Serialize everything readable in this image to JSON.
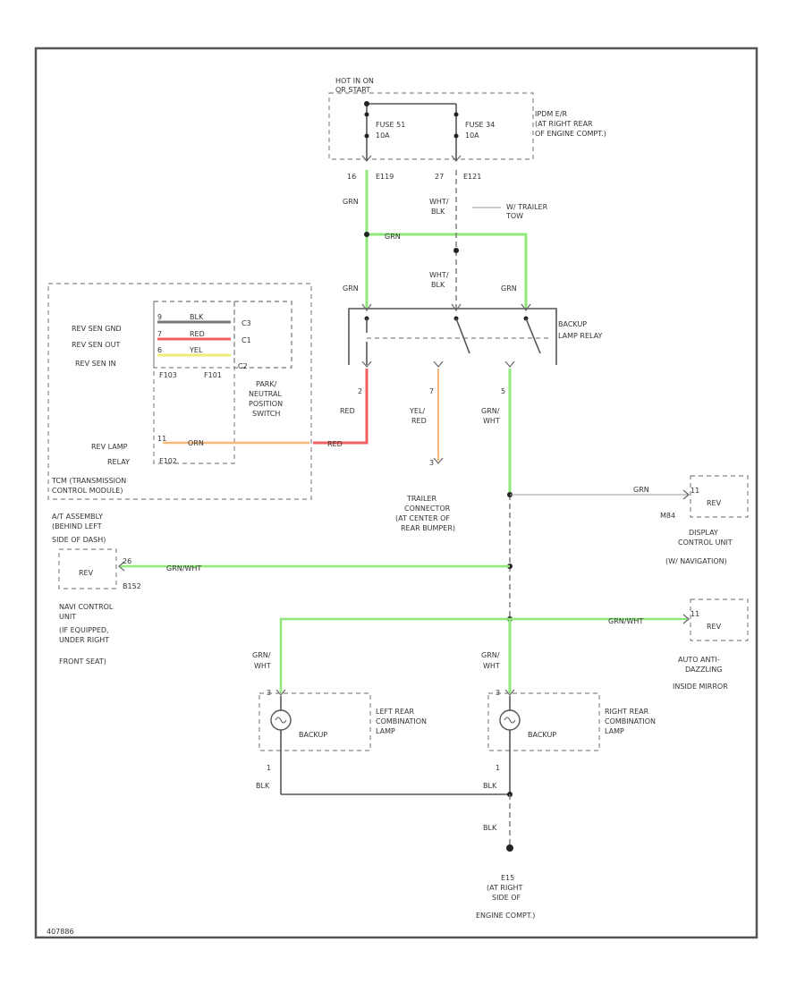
{
  "colors": {
    "grn": "#8ee87a",
    "red": "#f06060",
    "orn": "#f5b877",
    "yel": "#eeee7a",
    "grn_wht": "#8ee87a"
  },
  "power": {
    "hot_label_1": "HOT IN ON",
    "hot_label_2": "OR START",
    "fuse1_name": "FUSE 51",
    "fuse1_rating": "10A",
    "fuse2_name": "FUSE 34",
    "fuse2_rating": "10A",
    "desc_1": "IPDM E/R",
    "desc_2": "(AT RIGHT REAR",
    "desc_3": "OF ENGINE COMPT.)",
    "pin1": "16",
    "conn1": "E119",
    "pin2": "27",
    "conn2": "E121"
  },
  "wires": {
    "grn": "GRN",
    "wht_blk_1": "WHT/",
    "wht_blk_2": "BLK",
    "red": "RED",
    "yel_red_1": "YEL/",
    "yel_red_2": "RED",
    "grn_wht_1": "GRN/",
    "grn_wht_2": "WHT",
    "grn_wht_inline": "GRN/WHT",
    "blk": "BLK",
    "orn": "ORN",
    "yel": "YEL"
  },
  "trailer_tow": {
    "line1": "W/ TRAILER",
    "line2": "TOW"
  },
  "relay": {
    "line1": "BACKUP",
    "line2": "LAMP RELAY",
    "pin2": "2",
    "pin7": "7",
    "pin5": "5"
  },
  "tcm": {
    "sig1": "REV SEN GND",
    "sig2": "REV SEN OUT",
    "sig3": "REV SEN IN",
    "sig4_1": "REV LAMP",
    "sig4_2": "RELAY",
    "c1": "C3",
    "c2": "C1",
    "c3": "C2",
    "conn_a": "F103",
    "conn_b": "F101",
    "conn_c": "F102",
    "pin_a": "9",
    "pin_b": "7",
    "pin_c": "6",
    "pin_d": "11",
    "label1": "TCM (TRANSMISSION",
    "label2": "CONTROL MODULE)",
    "pnp1": "PARK/",
    "pnp2": "NEUTRAL",
    "pnp3": "POSITION",
    "pnp4": "SWITCH",
    "at1": "A/T ASSEMBLY",
    "at2": "(BEHIND LEFT",
    "at3": "SIDE OF DASH)"
  },
  "trailer_conn": {
    "line1": "TRAILER",
    "line2": "CONNECTOR",
    "line3": "(AT CENTER OF",
    "line4": "REAR BUMPER)",
    "pin": "3"
  },
  "display": {
    "rev": "REV",
    "pin": "11",
    "conn": "M84",
    "line1": "DISPLAY",
    "line2": "CONTROL UNIT",
    "line3": "(W/ NAVIGATION)"
  },
  "mirror": {
    "rev": "REV",
    "pin": "11",
    "line1": "AUTO ANTI-",
    "line2": "DAZZLING",
    "line3": "INSIDE MIRROR"
  },
  "navi": {
    "rev": "REV",
    "pin": "26",
    "conn": "B152",
    "line1": "NAVI CONTROL",
    "line2": "UNIT",
    "line3": "(IF EQUIPPED,",
    "line4": "UNDER RIGHT",
    "line5": "FRONT SEAT)"
  },
  "left_lamp": {
    "pin_top": "3",
    "pin_bot": "1",
    "name": "BACKUP",
    "line1": "LEFT REAR",
    "line2": "COMBINATION",
    "line3": "LAMP"
  },
  "right_lamp": {
    "pin_top": "3",
    "pin_bot": "1",
    "name": "BACKUP",
    "line1": "RIGHT REAR",
    "line2": "COMBINATION",
    "line3": "LAMP"
  },
  "ground": {
    "id": "E15",
    "line1": "(AT RIGHT",
    "line2": "SIDE OF",
    "line3": "ENGINE COMPT.)"
  },
  "footer": {
    "code": "407886"
  }
}
